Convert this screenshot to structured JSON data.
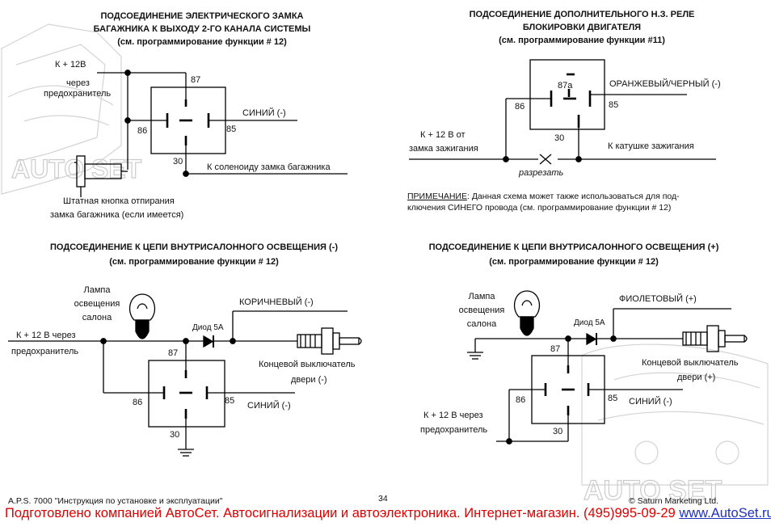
{
  "d1": {
    "title1": "ПОДСОЕДИНЕНИЕ ЭЛЕКТРИЧЕСКОГО ЗАМКА",
    "title2": "БАГАЖНИКА К ВЫХОДУ 2-ГО КАНАЛА СИСТЕМЫ",
    "title3": "(см. программирование функции # 12)",
    "k12": "К +   12В",
    "cherez": "через",
    "fuse": "предохранитель",
    "pin87": "87",
    "pin86": "86",
    "pin85": "85",
    "pin30": "30",
    "wire": "СИНИЙ  (-)",
    "solenoid": "К соленоиду замка багажника",
    "button1": "Штатная  кнопка  отпирания",
    "button2": "замка багажника  (если  имеется)"
  },
  "d2": {
    "title1": "ПОДСОЕДИНЕНИЕ ДОПОЛНИТЕЛЬНОГО Н.З. РЕЛЕ",
    "title2": "БЛОКИРОВКИ ДВИГАТЕЛЯ",
    "title3": "(см.  программирование  функции  #11)",
    "pin87a": "87а",
    "pin86": "86",
    "pin85": "85",
    "pin30": "30",
    "wire": "ОРАНЖЕВЫЙ/ЧЕРНЫЙ  (-)",
    "k12": "К  +   12  В  от",
    "ignition": "замка  зажигания",
    "coil": "К  катушке  зажигания",
    "cut": "разрезать",
    "note_label": "ПРИМЕЧАНИЕ",
    "note_text1": ": Данная  схема  может  также  использоваться  для  под-",
    "note_text2": "ключения СИНЕГО провода (см. программирование функции # 12)"
  },
  "d3": {
    "title1": "ПОДСОЕДИНЕНИЕ К ЦЕПИ ВНУТРИСАЛОННОГО ОСВЕЩЕНИЯ (-)",
    "title2": "(см. программирование функции # 12)",
    "lamp1": "Лампа",
    "lamp2": "освещения",
    "lamp3": "салона",
    "k12": "К  +   12  В  через",
    "fuse": "предохранитель",
    "diode": "Диод 5А",
    "wire_top": "КОРИЧНЕВЫЙ  (-)",
    "switch1": "Концевой  выключатель",
    "switch2": "двери  (-)",
    "wire": "СИНИЙ  (-)",
    "pin87": "87",
    "pin86": "86",
    "pin85": "85",
    "pin30": "30"
  },
  "d4": {
    "title1": "ПОДСОЕДИНЕНИЕ К ЦЕПИ ВНУТРИСАЛОННОГО ОСВЕЩЕНИЯ (+)",
    "title2": "(см. программирование функции # 12)",
    "lamp1": "Лампа",
    "lamp2": "освещения",
    "lamp3": "салона",
    "diode": "Диод 5А",
    "wire_top": "ФИОЛЕТОВЫЙ   (+)",
    "switch1": "Концевой  выключатель",
    "switch2": "двери  (+)",
    "wire": "СИНИЙ  (-)",
    "k12": "К  +   12  В  через",
    "fuse": "предохранитель",
    "pin87": "87",
    "pin86": "86",
    "pin85": "85",
    "pin30": "30"
  },
  "footer": {
    "left": "A.P.S.  7000  \"Инструкция по установке и эксплуатации\"",
    "page": "34",
    "right": "© Saturn Marketing Ltd."
  },
  "banner": {
    "text": "Подготовлено компанией АвтоСет. Автосигнализации и автоэлектроника. Интернет-магазин. (495)995-09-29 ",
    "link": "www.AutoSet.ru"
  },
  "watermark": "AUTO SET"
}
